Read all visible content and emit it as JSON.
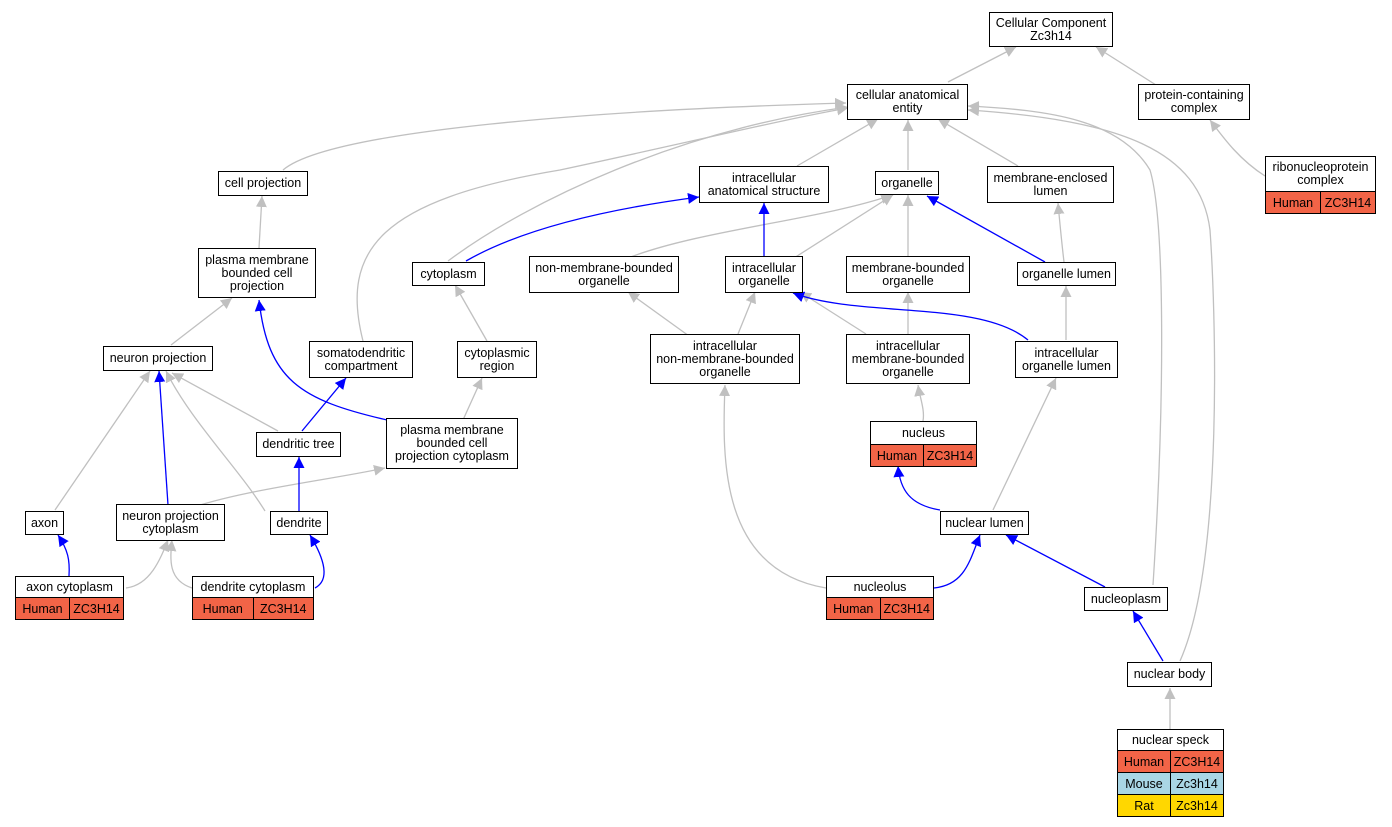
{
  "colors": {
    "gray_edge": "#c0c0c0",
    "blue_edge": "#0000ff",
    "human": "#f26447",
    "mouse": "#a9d6e5",
    "rat": "#ffd700"
  },
  "nodes": {
    "cellular_component": {
      "line1": "Cellular Component",
      "line2": "Zc3h14"
    },
    "cellular_anatomical_entity": {
      "line1": "cellular anatomical",
      "line2": "entity"
    },
    "protein_containing_complex": {
      "line1": "protein-containing",
      "line2": "complex"
    },
    "ribonucleoprotein_complex": {
      "line1": "ribonucleoprotein",
      "line2": "complex"
    },
    "cell_projection": {
      "line1": "cell projection"
    },
    "intracellular_anatomical_structure": {
      "line1": "intracellular",
      "line2": "anatomical structure"
    },
    "organelle": {
      "line1": "organelle"
    },
    "membrane_enclosed_lumen": {
      "line1": "membrane-enclosed",
      "line2": "lumen"
    },
    "plasma_membrane_bounded_cell_projection": {
      "line1": "plasma membrane",
      "line2": "bounded cell",
      "line3": "projection"
    },
    "cytoplasm": {
      "line1": "cytoplasm"
    },
    "non_membrane_bounded_organelle": {
      "line1": "non-membrane-bounded",
      "line2": "organelle"
    },
    "intracellular_organelle": {
      "line1": "intracellular",
      "line2": "organelle"
    },
    "membrane_bounded_organelle": {
      "line1": "membrane-bounded",
      "line2": "organelle"
    },
    "organelle_lumen": {
      "line1": "organelle lumen"
    },
    "neuron_projection": {
      "line1": "neuron projection"
    },
    "somatodendritic_compartment": {
      "line1": "somatodendritic",
      "line2": "compartment"
    },
    "cytoplasmic_region": {
      "line1": "cytoplasmic",
      "line2": "region"
    },
    "intracellular_non_membrane_bounded_organelle": {
      "line1": "intracellular",
      "line2": "non-membrane-bounded",
      "line3": "organelle"
    },
    "intracellular_membrane_bounded_organelle": {
      "line1": "intracellular",
      "line2": "membrane-bounded",
      "line3": "organelle"
    },
    "intracellular_organelle_lumen": {
      "line1": "intracellular",
      "line2": "organelle lumen"
    },
    "dendritic_tree": {
      "line1": "dendritic tree"
    },
    "plasma_membrane_bounded_cell_projection_cytoplasm": {
      "line1": "plasma membrane",
      "line2": "bounded cell",
      "line3": "projection cytoplasm"
    },
    "nucleus": {
      "line1": "nucleus"
    },
    "axon": {
      "line1": "axon"
    },
    "neuron_projection_cytoplasm": {
      "line1": "neuron projection",
      "line2": "cytoplasm"
    },
    "dendrite": {
      "line1": "dendrite"
    },
    "nuclear_lumen": {
      "line1": "nuclear lumen"
    },
    "axon_cytoplasm": {
      "line1": "axon cytoplasm"
    },
    "dendrite_cytoplasm": {
      "line1": "dendrite cytoplasm"
    },
    "nucleolus": {
      "line1": "nucleolus"
    },
    "nucleoplasm": {
      "line1": "nucleoplasm"
    },
    "nuclear_body": {
      "line1": "nuclear body"
    },
    "nuclear_speck": {
      "line1": "nuclear speck"
    }
  },
  "annotations": {
    "ribonucleoprotein_complex": [
      {
        "species": "Human",
        "gene": "ZC3H14"
      }
    ],
    "nucleus": [
      {
        "species": "Human",
        "gene": "ZC3H14"
      }
    ],
    "axon_cytoplasm": [
      {
        "species": "Human",
        "gene": "ZC3H14"
      }
    ],
    "dendrite_cytoplasm": [
      {
        "species": "Human",
        "gene": "ZC3H14"
      }
    ],
    "nucleolus": [
      {
        "species": "Human",
        "gene": "ZC3H14"
      }
    ],
    "nuclear_speck": [
      {
        "species": "Human",
        "gene": "ZC3H14"
      },
      {
        "species": "Mouse",
        "gene": "Zc3h14"
      },
      {
        "species": "Rat",
        "gene": "Zc3h14"
      }
    ]
  }
}
